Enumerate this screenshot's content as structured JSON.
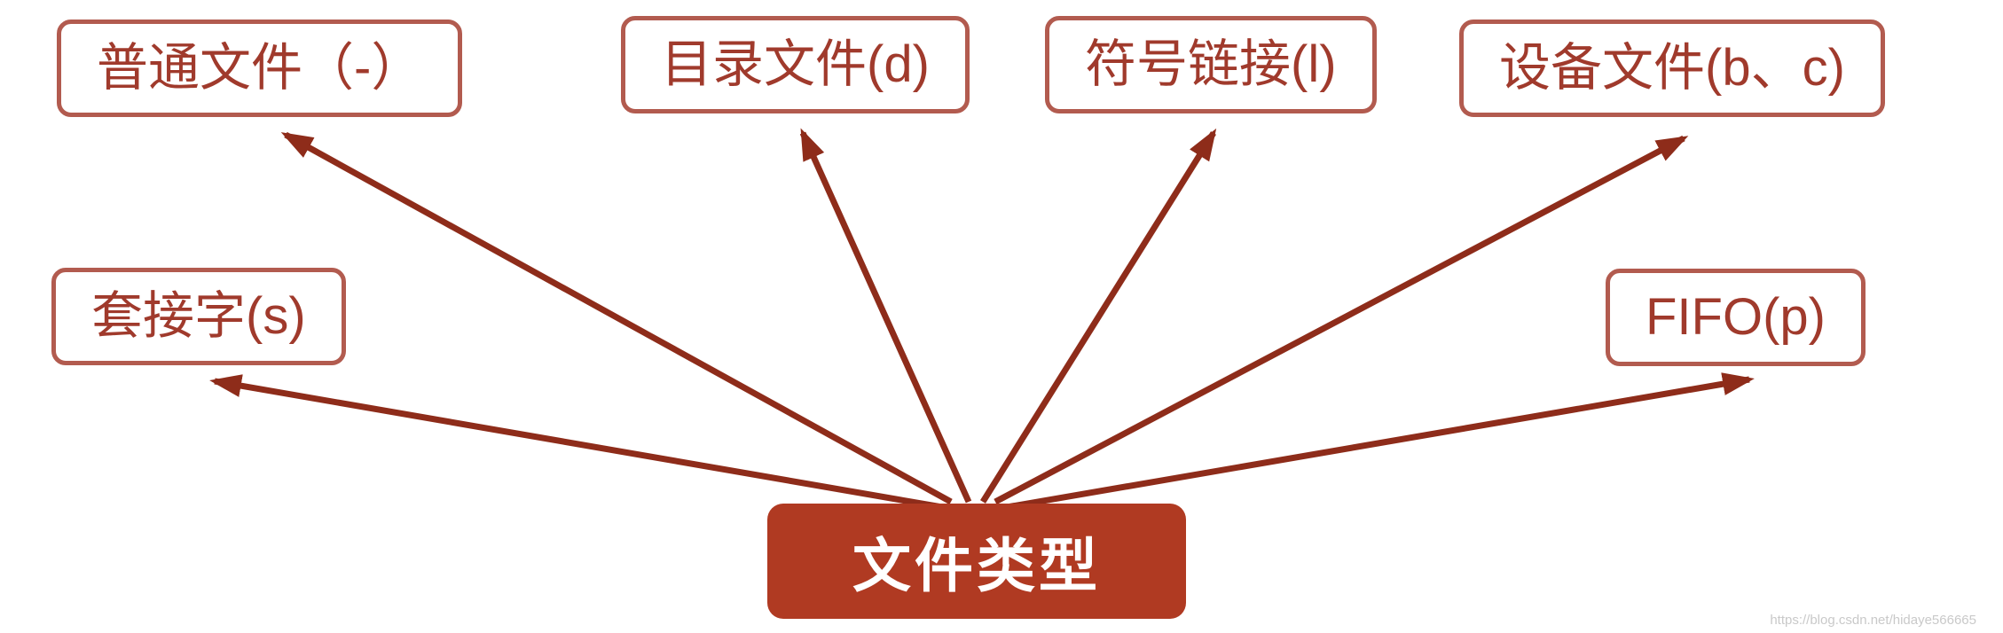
{
  "diagram": {
    "center": {
      "label": "文件类型"
    },
    "nodes": [
      {
        "id": "regular-file",
        "label": "普通文件（-）"
      },
      {
        "id": "directory-file",
        "label": "目录文件(d)"
      },
      {
        "id": "symbolic-link",
        "label": "符号链接(l)"
      },
      {
        "id": "device-file",
        "label": "设备文件(b、c)"
      },
      {
        "id": "socket",
        "label": "套接字(s)"
      },
      {
        "id": "fifo",
        "label": "FIFO(p)"
      }
    ],
    "colors": {
      "node_border": "#b25b4f",
      "node_text": "#a03a2c",
      "center_fill": "#b03a22",
      "center_text": "#ffffff",
      "arrow": "#8e2c1a",
      "background": "#ffffff"
    },
    "watermark": "https://blog.csdn.net/hidaye566665"
  }
}
